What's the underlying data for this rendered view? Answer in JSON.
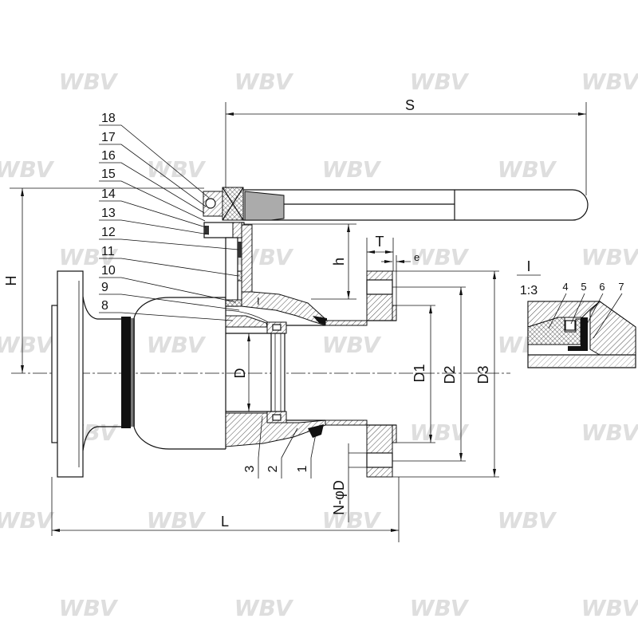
{
  "watermark": {
    "text": "WBV"
  },
  "parts": {
    "left": [
      "18",
      "17",
      "16",
      "15",
      "14",
      "13",
      "12",
      "11",
      "10",
      "9",
      "8"
    ],
    "bottom": [
      "3",
      "2",
      "1"
    ]
  },
  "dimensions": {
    "S": "S",
    "H": "H",
    "h": "h",
    "T": "T",
    "e": "e",
    "D": "D",
    "D1": "D1",
    "D2": "D2",
    "D3": "D3",
    "L": "L",
    "bolt_holes": "N-φD"
  },
  "section_marker": "I",
  "detail": {
    "title": "I",
    "scale": "1:3",
    "labels": [
      "4",
      "5",
      "6",
      "7"
    ]
  }
}
